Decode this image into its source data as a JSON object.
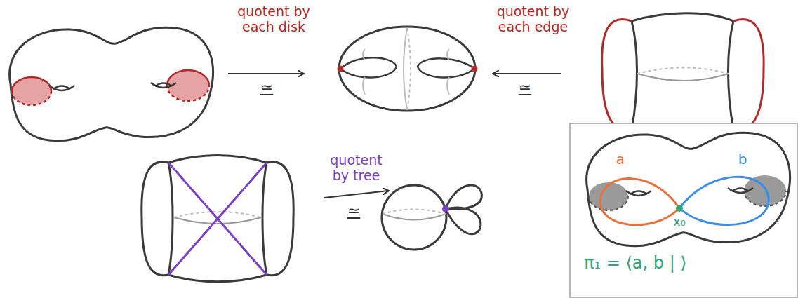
{
  "diagram": {
    "labels": [
      "quotent by each disk",
      "≃",
      "quotent by each edge",
      "≃",
      "quotent by tree",
      "≃",
      "a",
      "b",
      "x₀",
      "π₁ = ⟨a, b | ⟩"
    ]
  }
}
